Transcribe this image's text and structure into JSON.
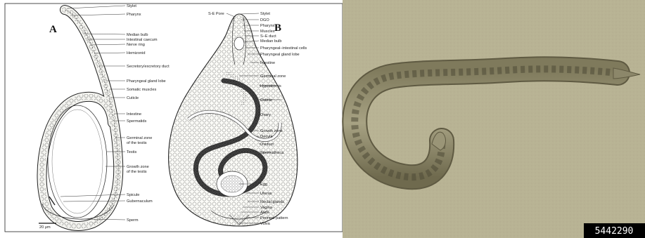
{
  "panel_a": {
    "letter": "A",
    "labels": [
      "Stylet",
      "Pharynx",
      "Median bulb",
      "Intestinal caecum",
      "Nerve ring",
      "Hemizonid",
      "Secretory/excretory duct",
      "Pharyngeal gland lobe",
      "Somatic muscles",
      "Cuticle",
      "Intestine",
      "Spermatids",
      "Germinal zone of the testis",
      "Testis",
      "Growth zone of the testis",
      "Spicule",
      "Gubernaculum",
      "Sperm"
    ],
    "scale_bar": "20 μm"
  },
  "panel_b": {
    "letter": "B",
    "left_labels": [
      "S-E Pore"
    ],
    "labels": [
      "Stylet",
      "DGO",
      "Pharynx",
      "Muscles",
      "S–E duct",
      "Median bulb",
      "Pharyngeal–intestinal cells",
      "Pharyngeal gland lobe",
      "Intestine",
      "Germinal zone",
      "Hypodermis",
      "Cuticle",
      "Ovary",
      "Growth zone",
      "Oocyte",
      "Oviduct",
      "Spermatheca",
      "Egg",
      "Uterus",
      "Rectal glands",
      "Vagina",
      "Anus",
      "Perineal pattern",
      "Vulva"
    ]
  },
  "photo": {
    "catalog_number": "5442290",
    "background_color": "#b8b394"
  }
}
